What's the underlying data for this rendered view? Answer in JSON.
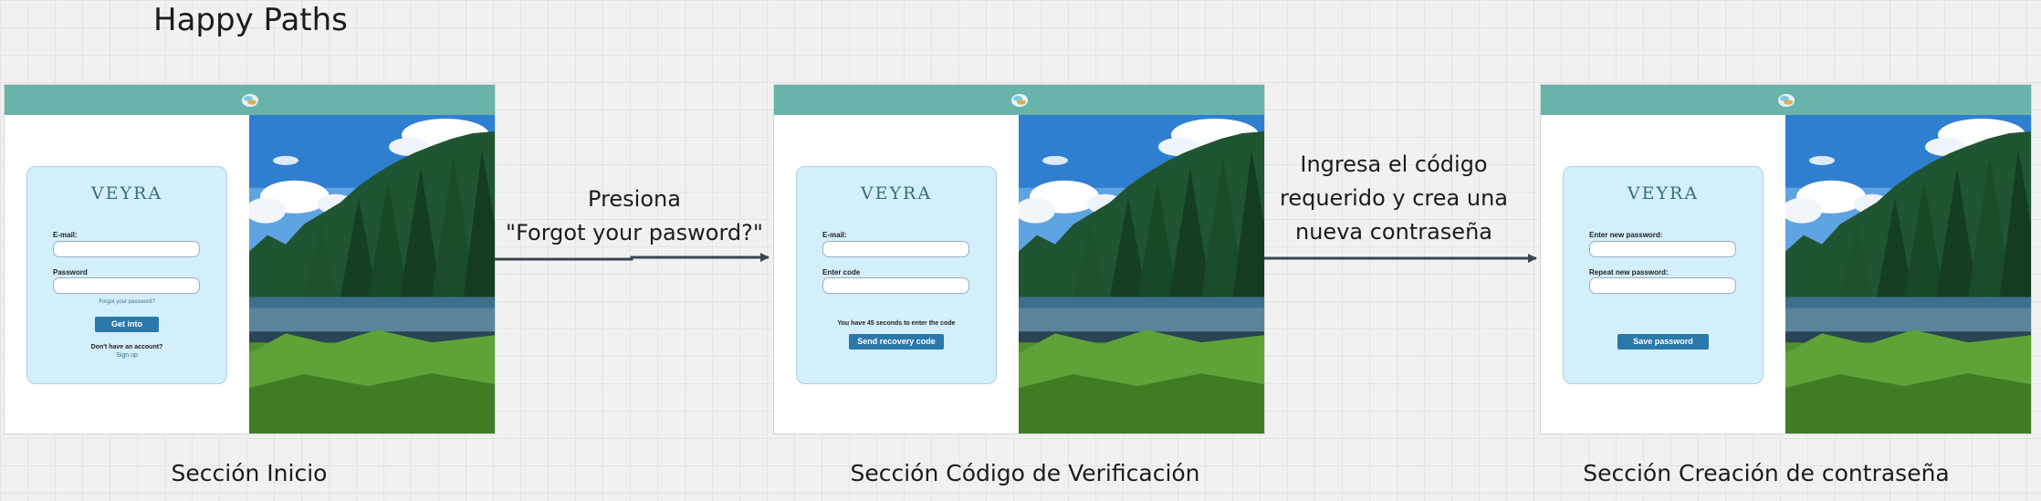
{
  "board": {
    "title": "Happy Paths"
  },
  "screens": [
    {
      "caption": "Sección Inicio",
      "brand": "VEYRA",
      "email_label": "E-mail:",
      "password_label": "Password",
      "forgot_link": "Forgot your password?",
      "submit_label": "Get into",
      "account_prompt": "Don't have an account?",
      "signup_link": "Sign up"
    },
    {
      "caption": "Sección Código de Verificación",
      "brand": "VEYRA",
      "email_label": "E-mail:",
      "code_label": "Enter code",
      "countdown_note": "You have 45 seconds to enter the code",
      "submit_label": "Send recovery code"
    },
    {
      "caption": "Sección Creación de contraseña",
      "brand": "VEYRA",
      "new_password_label": "Enter new password:",
      "repeat_password_label": "Repeat new password:",
      "submit_label": "Save password"
    }
  ],
  "transitions": [
    {
      "lines": [
        "Presiona",
        "\"Forgot your pasword?\""
      ]
    },
    {
      "lines": [
        "Ingresa el código",
        "requerido y crea una",
        "nueva contraseña"
      ]
    }
  ],
  "colors": {
    "header": "#69b4aa",
    "card": "#d3effb",
    "button": "#2b78ab",
    "connector": "#3c4452"
  }
}
